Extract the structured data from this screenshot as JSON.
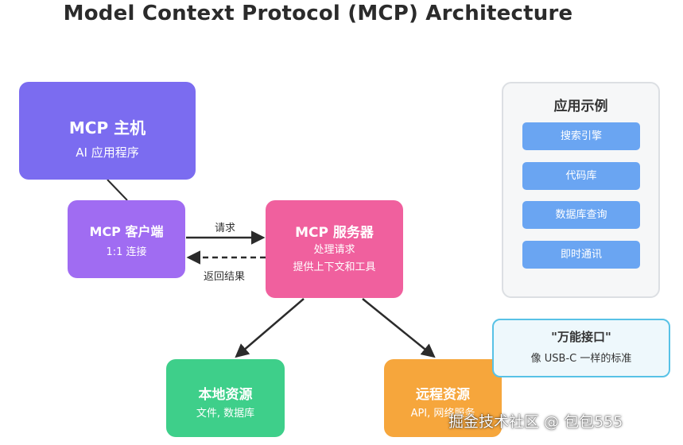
{
  "title": "Model Context Protocol (MCP) Architecture",
  "host": {
    "name": "MCP 主机",
    "desc": "AI 应用程序",
    "color": "#7b6cf0"
  },
  "client": {
    "name": "MCP 客户端",
    "desc": "1:1 连接",
    "color": "#a06cf2"
  },
  "server": {
    "name": "MCP 服务器",
    "desc1": "处理请求",
    "desc2": "提供上下文和工具",
    "color": "#f0609e"
  },
  "local": {
    "name": "本地资源",
    "desc": "文件, 数据库",
    "color": "#3ecf8a"
  },
  "remote": {
    "name": "远程资源",
    "desc": "API, 网络服务",
    "color": "#f6a63c"
  },
  "edges": {
    "request": "请求",
    "response": "返回结果"
  },
  "examples": {
    "title": "应用示例",
    "items": [
      "搜索引擎",
      "代码库",
      "数据库查询",
      "即时通讯"
    ]
  },
  "universal": {
    "title": "\"万能接口\"",
    "desc": "像 USB-C 一样的标准"
  },
  "watermark": "掘金技术社区 @ 包包555"
}
